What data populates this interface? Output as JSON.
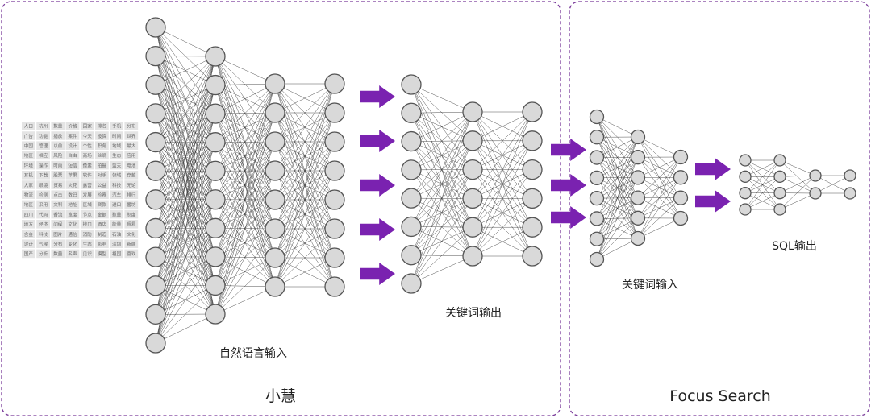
{
  "panels": {
    "left_title": "小慧",
    "right_title": "Focus Search"
  },
  "labels": {
    "natural_language_input": "自然语言输入",
    "keyword_output": "关键词输出",
    "keyword_input": "关键词输入",
    "sql_output": "SQL输出"
  },
  "colors": {
    "arrow": "#7a22b0",
    "border": "#7a3b9a",
    "node_fill": "#d9d9d9"
  },
  "word_grid": [
    [
      "人口",
      "杭州",
      "数量",
      "价格",
      "国家",
      "排名",
      "手机",
      "分布"
    ],
    [
      "广告",
      "功能",
      "播放",
      "案件",
      "今天",
      "投资",
      "时间",
      "世界"
    ],
    [
      "中国",
      "管理",
      "以前",
      "设计",
      "个性",
      "职务",
      "地域",
      "最大"
    ],
    [
      "地区",
      "相应",
      "风险",
      "自由",
      "商场",
      "丝绸",
      "生态",
      "应用"
    ],
    [
      "环境",
      "操作",
      "时尚",
      "短信",
      "像素",
      "拍摄",
      "蓝天",
      "电池"
    ],
    [
      "耳机",
      "下载",
      "股票",
      "苹果",
      "软件",
      "对手",
      "领域",
      "穿越"
    ],
    [
      "大家",
      "眼镜",
      "贸易",
      "火花",
      "露营",
      "公益",
      "科技",
      "无论"
    ],
    [
      "物流",
      "检测",
      "点击",
      "数码",
      "发展",
      "检察",
      "汽车",
      "排行"
    ],
    [
      "地区",
      "采用",
      "文科",
      "地址",
      "区域",
      "贷款",
      "进口",
      "番坊"
    ],
    [
      "四川",
      "代码",
      "香流",
      "宽度",
      "节点",
      "金额",
      "数量",
      "制度"
    ],
    [
      "地方",
      "经济",
      "问候",
      "文化",
      "接口",
      "酒店",
      "能量",
      "贸易"
    ],
    [
      "含金",
      "科技",
      "图片",
      "通信",
      "消防",
      "制造",
      "石油",
      "文化"
    ],
    [
      "设计",
      "气候",
      "分布",
      "变化",
      "生态",
      "影响",
      "深圳",
      "新疆"
    ],
    [
      "国产",
      "分析",
      "数量",
      "名声",
      "见识",
      "模型",
      "祖国",
      "喜欢"
    ]
  ]
}
